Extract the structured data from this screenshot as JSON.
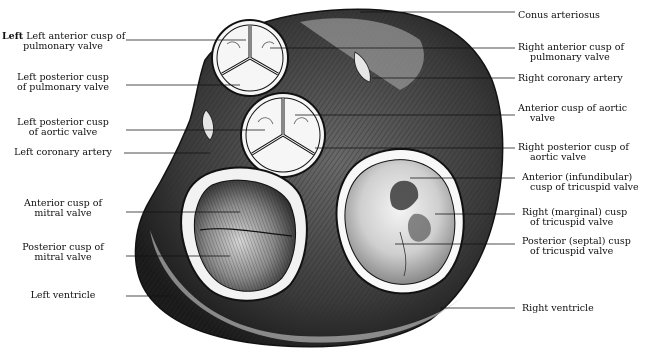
{
  "figure": {
    "left_labels": [
      {
        "id": "lac",
        "lines": [
          "Left anterior cusp of",
          "pulmonary valve"
        ]
      },
      {
        "id": "lpc",
        "lines": [
          "Left posterior cusp",
          "of pulmonary valve"
        ]
      },
      {
        "id": "lpa",
        "lines": [
          "Left posterior cusp",
          "of aortic valve"
        ]
      },
      {
        "id": "lca",
        "lines": [
          "Left coronary artery"
        ]
      },
      {
        "id": "acm",
        "lines": [
          "Anterior cusp of",
          "mitral valve"
        ]
      },
      {
        "id": "pcm",
        "lines": [
          "Posterior cusp of",
          "mitral valve"
        ]
      },
      {
        "id": "lv",
        "lines": [
          "Left ventricle"
        ]
      }
    ],
    "right_labels": [
      {
        "id": "ca",
        "lines": [
          "Conus arteriosus"
        ]
      },
      {
        "id": "rap",
        "lines": [
          "Right anterior cusp of",
          "pulmonary valve"
        ]
      },
      {
        "id": "rca",
        "lines": [
          "Right coronary artery"
        ]
      },
      {
        "id": "aca",
        "lines": [
          "Anterior cusp of aortic",
          "valve"
        ]
      },
      {
        "id": "rpa",
        "lines": [
          "Right posterior cusp of",
          "aortic valve"
        ]
      },
      {
        "id": "ait",
        "lines": [
          "Anterior (infundibular)",
          "cusp of tricuspid valve"
        ]
      },
      {
        "id": "rmt",
        "lines": [
          "Right (marginal) cusp",
          "of tricuspid valve"
        ]
      },
      {
        "id": "pst",
        "lines": [
          "Posterior (septal) cusp",
          "of tricuspid valve"
        ]
      },
      {
        "id": "rv",
        "lines": [
          "Right ventricle"
        ]
      }
    ]
  }
}
